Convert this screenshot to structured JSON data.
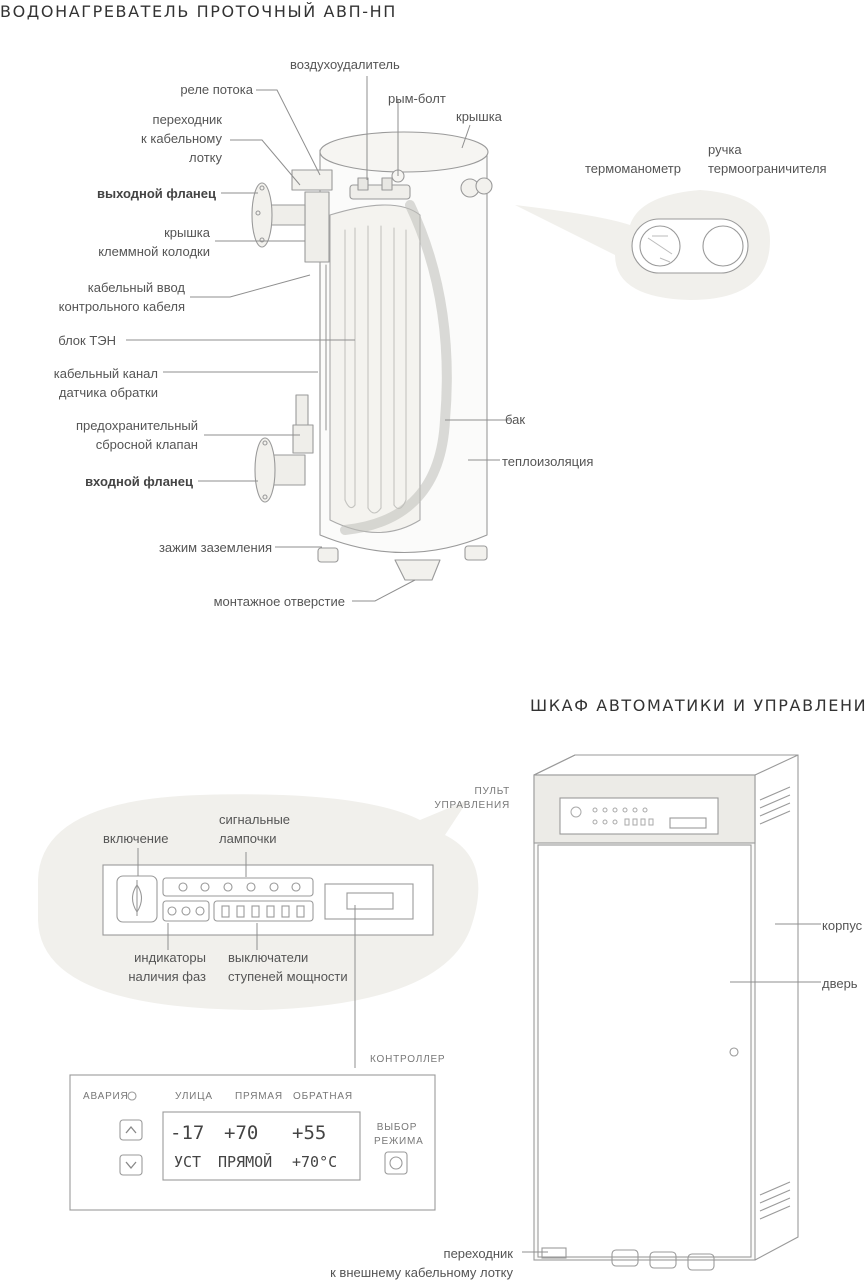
{
  "heater": {
    "title": "ВОДОНАГРЕВАТЕЛЬ ПРОТОЧНЫЙ АВП-НП",
    "labels": {
      "air_vent": "воздухоудалитель",
      "flow_relay": "реле потока",
      "eye_bolt": "рым-болт",
      "cover": "крышка",
      "adapter_line1": "переходник",
      "adapter_line2": "к кабельному",
      "adapter_line3": "лотку",
      "outlet_flange": "выходной фланец",
      "terminal_cover_line1": "крышка",
      "terminal_cover_line2": "клеммной колодки",
      "cable_entry_line1": "кабельный ввод",
      "cable_entry_line2": "контрольного кабеля",
      "heater_block": "блок ТЭН",
      "sensor_channel_line1": "кабельный канал",
      "sensor_channel_line2": "датчика обратки",
      "relief_valve_line1": "предохранительный",
      "relief_valve_line2": "сбросной клапан",
      "inlet_flange": "входной фланец",
      "tank": "бак",
      "insulation": "теплоизоляция",
      "ground_clamp": "зажим заземления",
      "mounting_hole": "монтажное отверстие",
      "thermomanometer": "термоманометр",
      "limiter_knob_line1": "ручка",
      "limiter_knob_line2": "термоограничителя"
    }
  },
  "cabinet": {
    "title": "ШКАФ АВТОМАТИКИ И УПРАВЛЕНИЯ",
    "labels": {
      "control_panel_line1": "ПУЛЬТ",
      "control_panel_line2": "УПРАВЛЕНИЯ",
      "power_on": "включение",
      "signal_lamps_line1": "сигнальные",
      "signal_lamps_line2": "лампочки",
      "phase_indicators_line1": "индикаторы",
      "phase_indicators_line2": "наличия фаз",
      "power_switches_line1": "выключатели",
      "power_switches_line2": "ступеней мощности",
      "controller": "КОНТРОЛЛЕР",
      "housing": "корпус",
      "door": "дверь",
      "tray_adapter_line1": "переходник",
      "tray_adapter_line2": "к внешнему кабельному лотку"
    },
    "controller": {
      "alarm": "АВАРИЯ",
      "col_street": "УЛИЦА",
      "col_supply": "ПРЯМАЯ",
      "col_return": "ОБРАТНАЯ",
      "mode_line1": "ВЫБОР",
      "mode_line2": "РЕЖИМА",
      "lcd_row1_a": "-17",
      "lcd_row1_b": "+70",
      "lcd_row1_c": "+55",
      "lcd_row2_a": "УСТ",
      "lcd_row2_b": "ПРЯМОЙ",
      "lcd_row2_c": "+70°C",
      "up_icon": "chevron-up-icon",
      "down_icon": "chevron-down-icon"
    }
  }
}
